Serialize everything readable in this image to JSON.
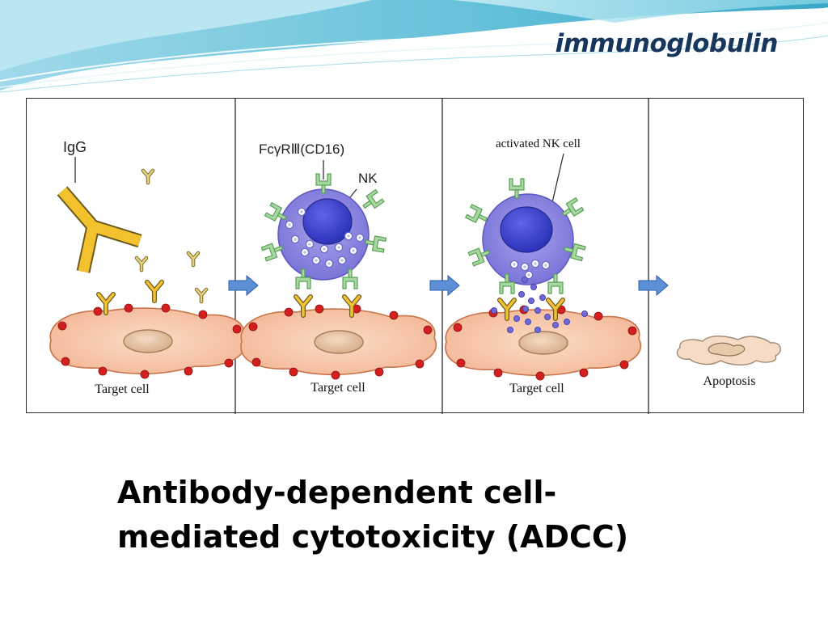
{
  "header": {
    "title": "immunoglobulin"
  },
  "diagram": {
    "panels": [
      {
        "caption": "Target cell",
        "labels": [
          "IgG"
        ]
      },
      {
        "caption": "Target cell",
        "labels": [
          "FcγRⅢ(CD16)",
          "NK"
        ]
      },
      {
        "caption": "Target cell",
        "labels": [
          "activated NK cell"
        ]
      },
      {
        "caption": "Apoptosis",
        "labels": []
      }
    ],
    "arrow_color": "#5b8fd6"
  },
  "slide": {
    "title_line1": "Antibody-dependent cell-",
    "title_line2": "mediated cytotoxicity (ADCC)"
  }
}
